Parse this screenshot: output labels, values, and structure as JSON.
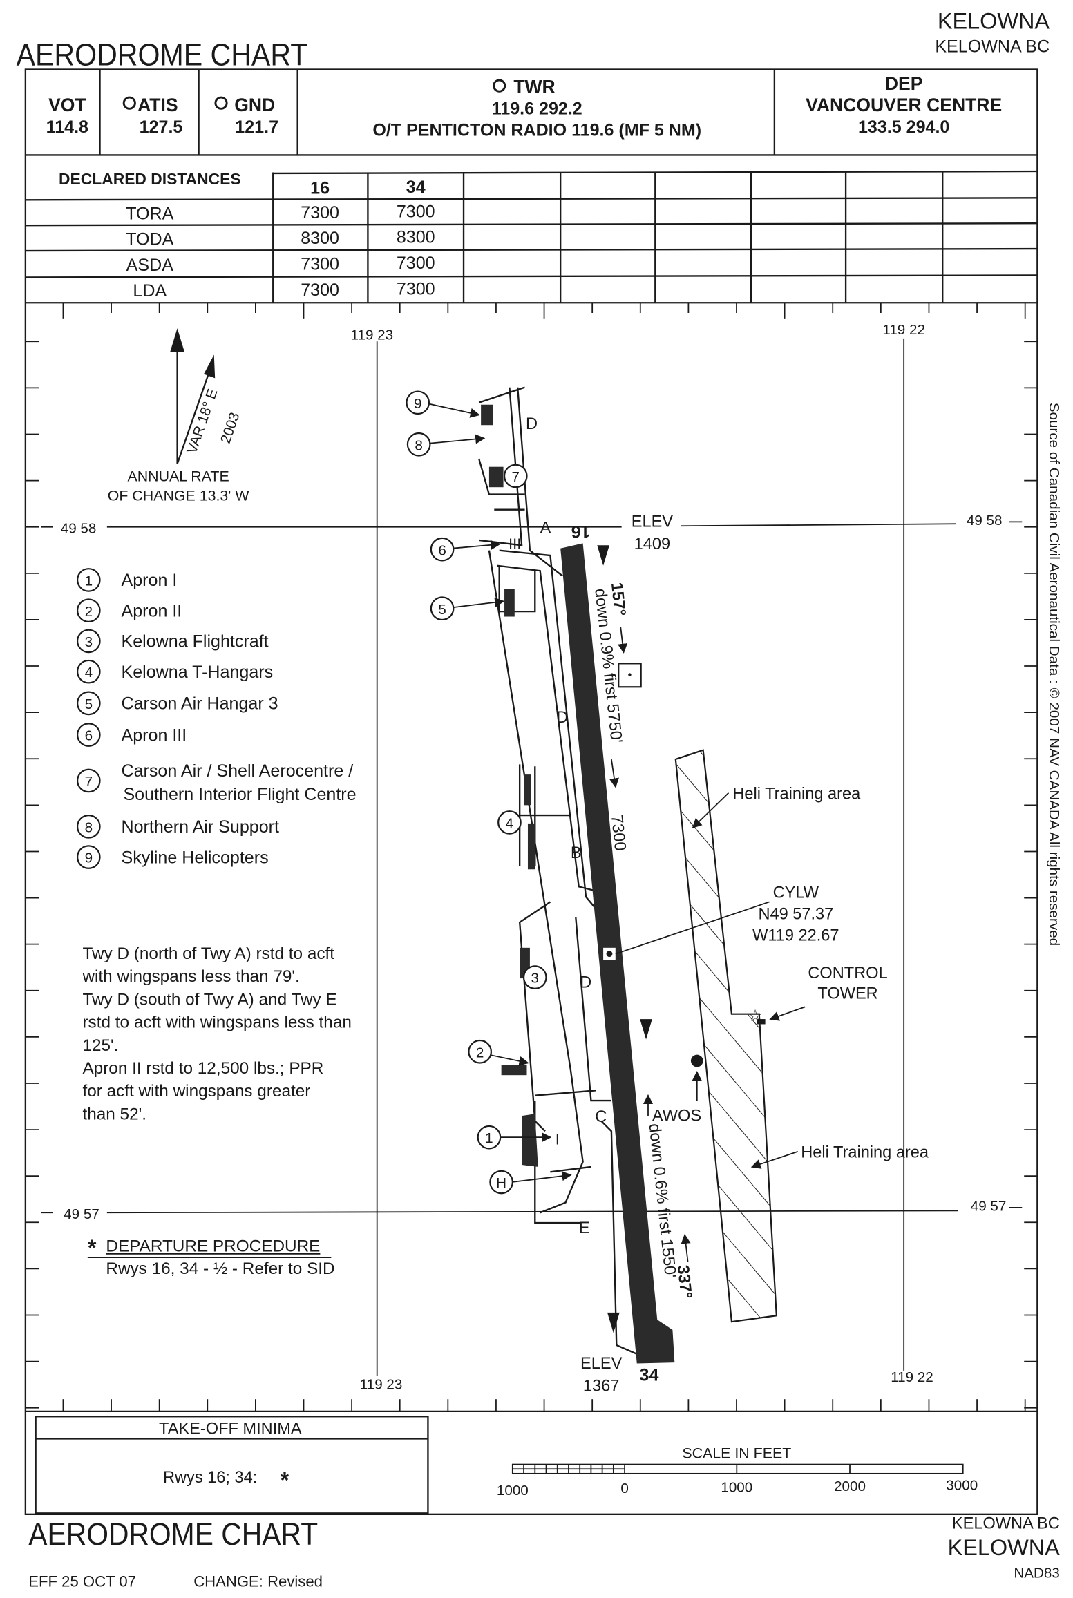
{
  "header": {
    "title": "AERODROME CHART",
    "city": "KELOWNA",
    "location": "KELOWNA BC"
  },
  "frequencies": {
    "vot": {
      "label": "VOT",
      "value": "114.8"
    },
    "atis": {
      "label": "ATIS",
      "value": "127.5"
    },
    "gnd": {
      "label": "GND",
      "value": "121.7"
    },
    "twr": {
      "label": "TWR",
      "value": "119.6  292.2",
      "note": "O/T PENTICTON RADIO 119.6 (MF 5 NM)"
    },
    "dep": {
      "label": "DEP",
      "name": "VANCOUVER CENTRE",
      "value": "133.5  294.0"
    }
  },
  "declared_distances": {
    "title": "DECLARED DISTANCES",
    "runways": [
      "16",
      "34"
    ],
    "rows": [
      {
        "label": "TORA",
        "values": [
          "7300",
          "7300"
        ]
      },
      {
        "label": "TODA",
        "values": [
          "8300",
          "8300"
        ]
      },
      {
        "label": "ASDA",
        "values": [
          "7300",
          "7300"
        ]
      },
      {
        "label": "LDA",
        "values": [
          "7300",
          "7300"
        ]
      }
    ]
  },
  "map": {
    "coords": {
      "lon_west": "119 23",
      "lon_east": "119 22",
      "lat_north": "49 58",
      "lat_south": "49 57"
    },
    "variation": {
      "var": "VAR 18° E",
      "year": "2003",
      "rate_line1": "ANNUAL RATE",
      "rate_line2": "OF CHANGE 13.3' W"
    },
    "legend": [
      {
        "num": "1",
        "label": "Apron I"
      },
      {
        "num": "2",
        "label": "Apron II"
      },
      {
        "num": "3",
        "label": "Kelowna Flightcraft"
      },
      {
        "num": "4",
        "label": "Kelowna T-Hangars"
      },
      {
        "num": "5",
        "label": "Carson Air Hangar 3"
      },
      {
        "num": "6",
        "label": "Apron III"
      },
      {
        "num": "7",
        "label": "Carson Air / Shell Aerocentre /",
        "label2": "Southern Interior Flight Centre"
      },
      {
        "num": "8",
        "label": "Northern Air Support"
      },
      {
        "num": "9",
        "label": "Skyline Helicopters"
      }
    ],
    "notes": [
      "Twy D (north of Twy A) rstd to acft",
      "with wingspans less than 79'.",
      "Twy D (south of Twy A) and Twy E",
      "rstd to acft with wingspans less than",
      "125'.",
      "Apron II rstd to 12,500 lbs.; PPR",
      "for acft with wingspans greater",
      "than 52'."
    ],
    "departure": {
      "title": "DEPARTURE PROCEDURE",
      "star": "*",
      "text": "Rwys 16, 34 - ½ - Refer to SID"
    },
    "runway": {
      "north_id": "16",
      "south_id": "34",
      "north_elev_label": "ELEV",
      "north_elev": "1409",
      "south_elev_label": "ELEV",
      "south_elev": "1367",
      "north_heading": "157°",
      "north_slope": "down 0.9% first 5750'",
      "south_heading": "337°",
      "south_slope": "down 0.6% first 1550'",
      "length": "7300"
    },
    "airport": {
      "id": "CYLW",
      "lat": "N49 57.37",
      "lon": "W119 22.67"
    },
    "labels": {
      "heli_1": "Heli Training area",
      "heli_2": "Heli Training area",
      "tower_1": "CONTROL",
      "tower_2": "TOWER",
      "awos": "AWOS"
    },
    "taxiways": [
      "D",
      "A",
      "III",
      "D",
      "B",
      "D",
      "C",
      "I",
      "E"
    ],
    "callouts": [
      "9",
      "8",
      "7",
      "6",
      "5",
      "4",
      "3",
      "2",
      "1",
      "H"
    ],
    "source": "Source of Canadian Civil Aeronautical Data : © 2007 NAV CANADA All rights reserved"
  },
  "takeoff_minima": {
    "title": "TAKE-OFF MINIMA",
    "text": "Rwys 16; 34:",
    "star": "*"
  },
  "scale": {
    "title": "SCALE IN FEET",
    "labels": [
      "1000",
      "0",
      "1000",
      "2000",
      "3000"
    ]
  },
  "footer": {
    "title": "AERODROME CHART",
    "effective": "EFF 25 OCT 07",
    "change": "CHANGE: Revised",
    "location": "KELOWNA BC",
    "city": "KELOWNA",
    "datum": "NAD83"
  }
}
